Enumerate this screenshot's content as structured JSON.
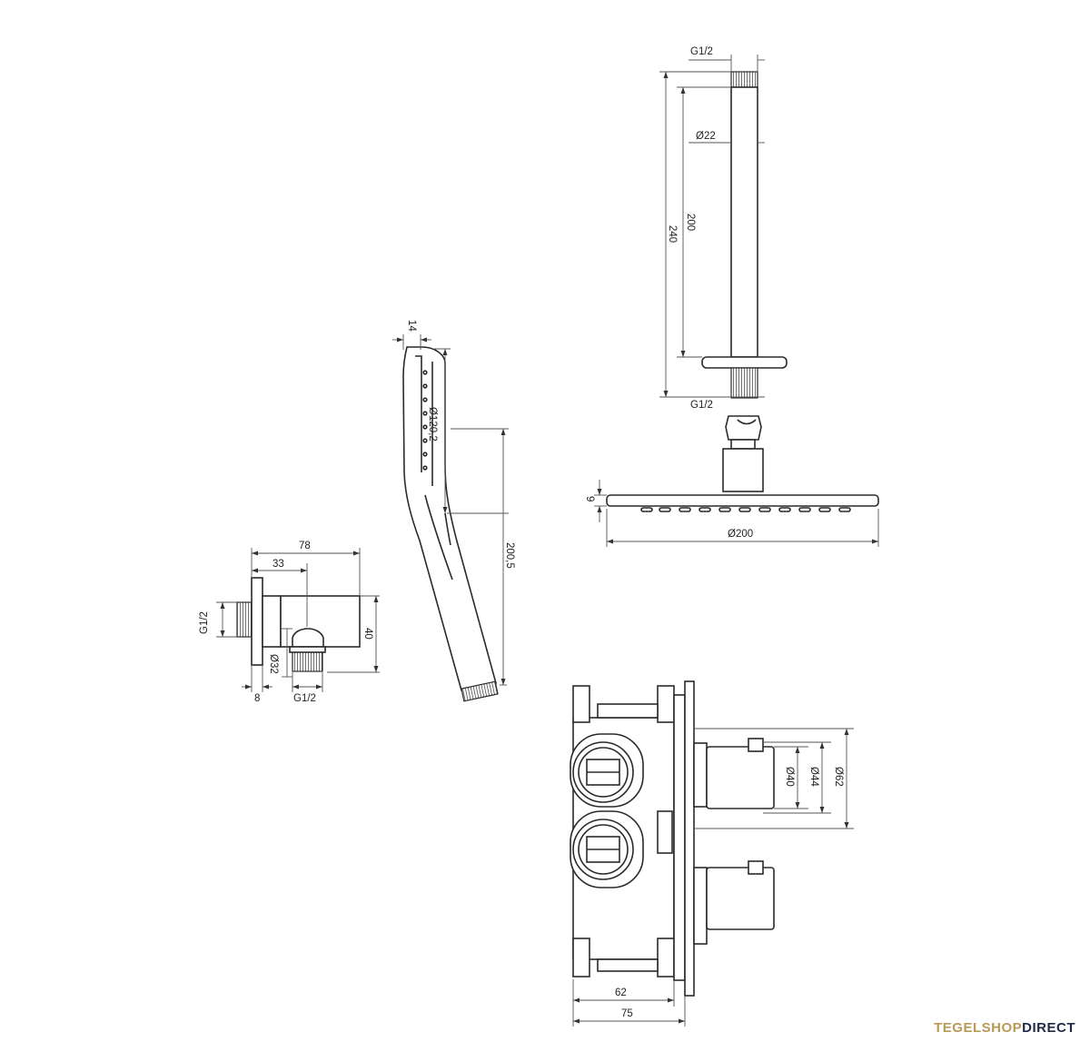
{
  "dimensions": {
    "ceiling_arm": {
      "thread_top": "G1/2",
      "diameter": "Ø22",
      "length_inner": "200",
      "length_total": "240",
      "thread_bottom": "G1/2"
    },
    "rain_head": {
      "height": "9",
      "diameter": "Ø200"
    },
    "hand_shower": {
      "width": "14",
      "face_diameter": "Ø120,2",
      "length": "200,5"
    },
    "wall_outlet": {
      "depth_total": "78",
      "depth_mid": "33",
      "thread_left": "G1/2",
      "height": "40",
      "diameter": "Ø32",
      "flange": "8",
      "thread_bottom": "G1/2"
    },
    "thermostat": {
      "d40": "Ø40",
      "d44": "Ø44",
      "d62": "Ø62",
      "depth_inner": "62",
      "depth_total": "75"
    }
  },
  "brand": {
    "part1": "TEGELSHOP",
    "part2": "DIRECT"
  }
}
